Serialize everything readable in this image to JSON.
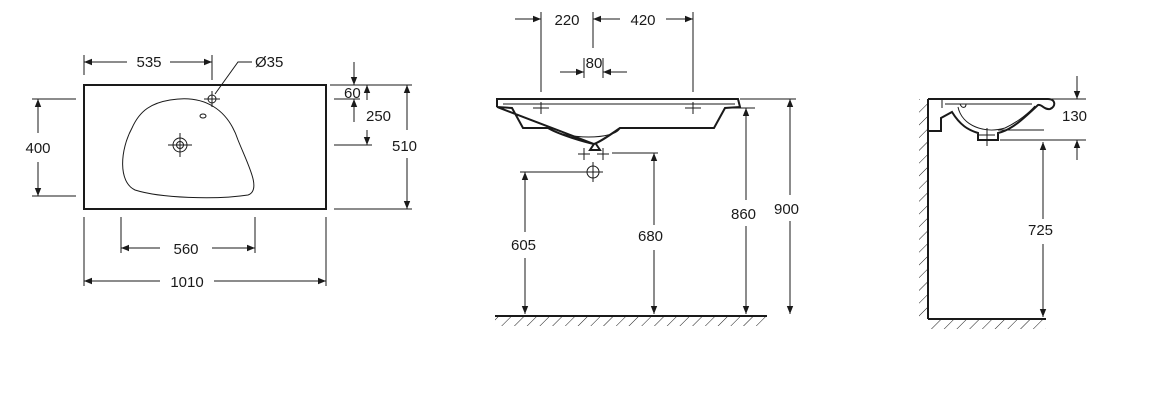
{
  "colors": {
    "line": "#1a1a1a",
    "background": "#ffffff"
  },
  "top_view": {
    "dim_535": "535",
    "dim_diameter": "Ø35",
    "dim_60": "60",
    "dim_250": "250",
    "dim_510": "510",
    "dim_400": "400",
    "dim_560": "560",
    "dim_1010": "1010"
  },
  "front_view": {
    "dim_220": "220",
    "dim_420": "420",
    "dim_80": "80",
    "dim_605": "605",
    "dim_680": "680",
    "dim_860": "860",
    "dim_900": "900"
  },
  "side_view": {
    "dim_130": "130",
    "dim_725": "725"
  }
}
